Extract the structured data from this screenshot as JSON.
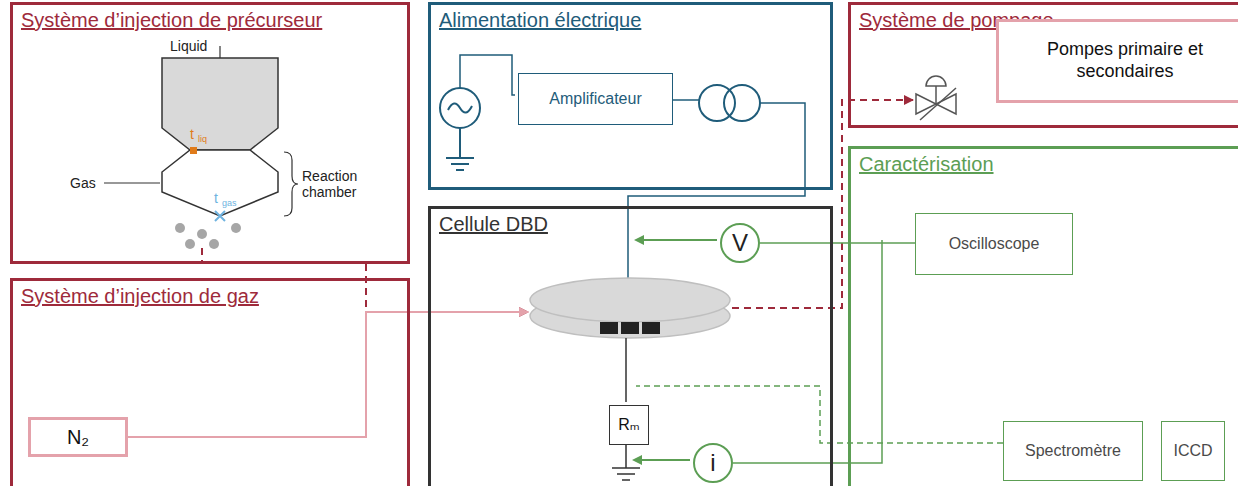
{
  "diagram": {
    "nodes": [
      {
        "text": [
          "Système d’injection de précurseur"
        ]
      },
      {
        "text": [
          "Alimentation électrique"
        ]
      },
      {
        "text": [
          "Amplificateur"
        ],
        "in": 1
      },
      {
        "text": [
          "Système de pompage"
        ]
      },
      {
        "text": [
          "Pompes primaire et secondaires"
        ],
        "in": 3
      },
      {
        "text": [
          "Système d’injection de gaz"
        ]
      },
      {
        "text": [
          "N₂"
        ],
        "in": 5
      },
      {
        "text": [
          "Cellule DBD"
        ]
      },
      {
        "text": [
          "Rₘ"
        ],
        "in": 7
      },
      {
        "text": [
          "V"
        ],
        "in": 7
      },
      {
        "text": [
          "i"
        ],
        "in": 7
      },
      {
        "text": [
          "Caractérisation"
        ]
      },
      {
        "text": [
          "Oscilloscope"
        ],
        "in": 11
      },
      {
        "text": [
          "Spectromètre"
        ],
        "in": 11
      },
      {
        "text": [
          "ICCD"
        ],
        "in": 11
      }
    ],
    "edges": [
      {
        "from": 0,
        "to": 7,
        "arrow": "to"
      },
      {
        "from": 6,
        "to": 7,
        "arrow": "to"
      },
      {
        "from": 7,
        "to": 3,
        "arrow": "to"
      },
      {
        "from": 12,
        "to": 9,
        "arrow": "none"
      },
      {
        "from": 12,
        "to": 10,
        "arrow": "none"
      },
      {
        "from": 13,
        "to": 7,
        "arrow": "none"
      }
    ],
    "labels": [
      "Liquid",
      "Gas",
      "Reaction chamber",
      "t",
      "liq",
      "t",
      "gas"
    ]
  }
}
